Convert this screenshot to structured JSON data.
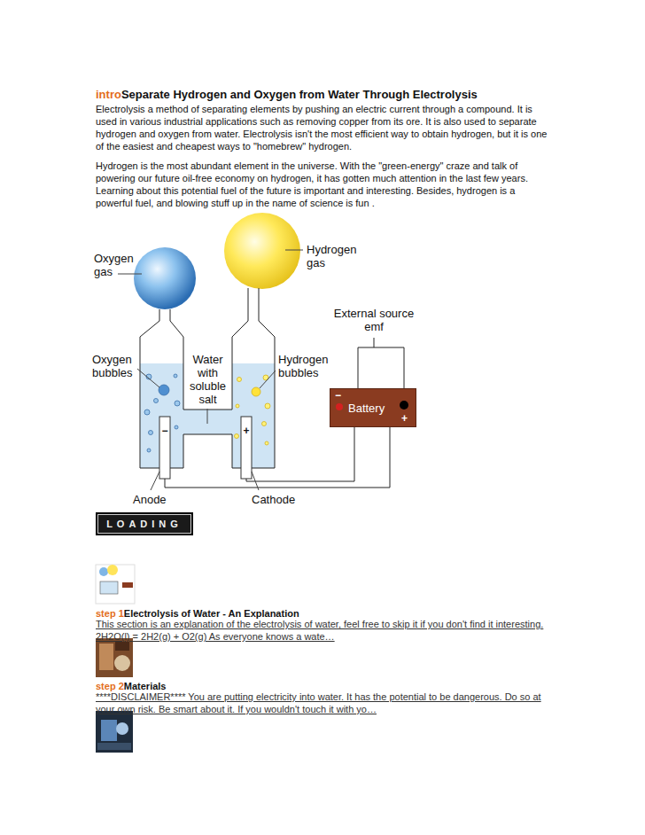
{
  "diagram": {
    "title": "Separate Hydrogen and Oxygen from Water Through Electrolysis",
    "nodes": [
      {
        "text": [
          "Battery"
        ]
      },
      {
        "text": [
          "LOADING"
        ]
      }
    ],
    "labels": [
      "intro",
      "Electrolysis a method of separating elements by pushing an electric current through a compound. It is used in various industrial applications such as removing copper from its ore. It is also used to separate hydrogen and oxygen from water. Electrolysis isn't the most efficient way to obtain hydrogen, but it is one of the easiest and cheapest ways to \"homebrew\" hydrogen.",
      "Hydrogen is the most abundant element in the universe. With the \"green-energy\" craze and talk of powering our future oil-free economy on hydrogen, it has gotten much attention in the last few years. Learning about this potential fuel of the future is important and interesting. Besides, hydrogen is a powerful fuel, and blowing stuff up in the name of science is fun .",
      "Oxygen gas",
      "Hydrogen gas",
      "External source emf",
      "Oxygen bubbles",
      "Water with soluble salt",
      "Hydrogen bubbles",
      "−",
      "+",
      "−",
      "+",
      "Anode",
      "Cathode",
      "step 1",
      "Electrolysis of Water - An Explanation",
      "This section is an explanation of the electrolysis of water, feel free to skip it if you don't find it interesting. 2H2O(l) = 2H2(g) + O2(g) As everyone knows a wate…",
      "step 2",
      "Materials",
      "****DISCLAIMER**** You are putting electricity into water. It has the potential to be dangerous. Do so at your own risk. Be smart about it. If you wouldn't touch it with yo…"
    ]
  }
}
